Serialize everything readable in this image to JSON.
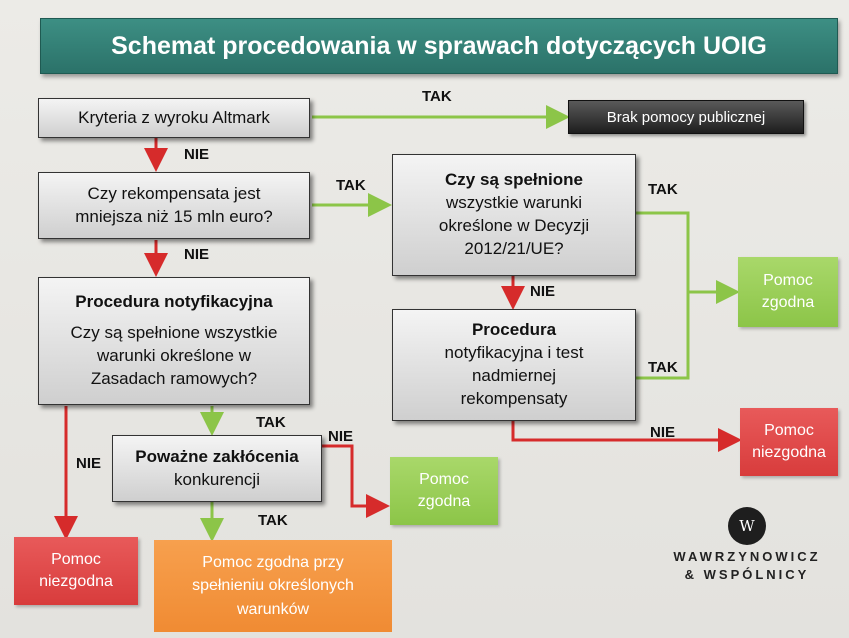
{
  "title": "Schemat procedowania w sprawach dotyczących UOIG",
  "nodes": {
    "altmark": "Kryteria z wyroku Altmark",
    "brak_pomocy": "Brak pomocy publicznej",
    "rekompensata_line1": "Czy rekompensata jest",
    "rekompensata_line2": "mniejsza niż 15 mln euro?",
    "decyzja_bold": "Czy są spełnione",
    "decyzja_line2": "wszystkie warunki",
    "decyzja_line3": "określone w Decyzji",
    "decyzja_line4": "2012/21/UE?",
    "notyf_bold": "Procedura notyfikacyjna",
    "notyf_line2": "Czy są spełnione wszystkie",
    "notyf_line3": "warunki określone w",
    "notyf_line4": "Zasadach ramowych?",
    "proc_test_bold": "Procedura",
    "proc_test_line2": "notyfikacyjna i test",
    "proc_test_line3": "nadmiernej",
    "proc_test_line4": "rekompensaty",
    "zaklocenia_bold": "Poważne zakłócenia",
    "zaklocenia_line2": "konkurencji",
    "pomoc_zgodna": "Pomoc",
    "pomoc_zgodna_2": "zgodna",
    "pomoc_niezgodna": "Pomoc",
    "pomoc_niezgodna_2": "niezgodna",
    "pomoc_warunki_1": "Pomoc zgodna przy",
    "pomoc_warunki_2": "spełnieniu określonych",
    "pomoc_warunki_3": "warunków"
  },
  "labels": {
    "tak": "TAK",
    "nie": "NIE"
  },
  "logo": {
    "mark": "W",
    "line1": "WAWRZYNOWICZ",
    "line2": "& WSPÓLNICY"
  },
  "colors": {
    "title_bg": "#2e7a70",
    "yes_arrow": "#8cc548",
    "no_arrow": "#d62b2b",
    "green_box": "#9ccf5a",
    "red_box": "#e04a4a",
    "orange_box": "#f29540"
  }
}
